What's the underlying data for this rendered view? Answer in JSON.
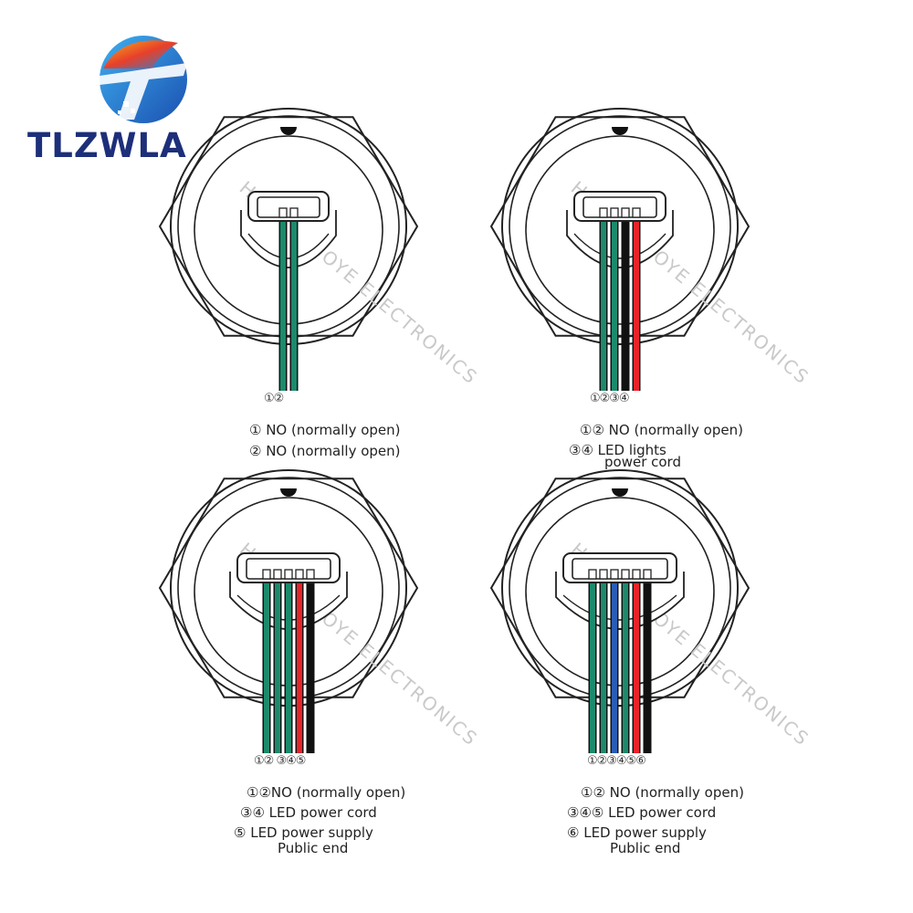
{
  "logo": {
    "text": "TLZWLA",
    "icon": "tlzwla-logo-icon"
  },
  "watermark": {
    "text": "HONGJU BOYE ELECTRONICS"
  },
  "colors": {
    "green": "#1c8a6c",
    "black": "#111111",
    "red": "#e8232a",
    "blue": "#2a5db5",
    "outline": "#222222"
  },
  "diagrams": [
    {
      "id": "2-wire",
      "pin_label": "①②",
      "wires": [
        "green",
        "green"
      ],
      "notes": [
        "① NO (normally open)",
        "② NO (normally open)"
      ]
    },
    {
      "id": "4-wire",
      "pin_label": "①②③④",
      "wires": [
        "green",
        "green",
        "black",
        "red"
      ],
      "notes": [
        "①② NO (normally open)",
        "③④    LED lights",
        "power cord"
      ]
    },
    {
      "id": "5-wire",
      "pin_label": "①②  ③④⑤",
      "wires": [
        "green",
        "green",
        "green",
        "red",
        "black"
      ],
      "notes": [
        "①②NO (normally open)",
        "③④  LED power cord",
        "⑤ LED power supply",
        "Public end"
      ]
    },
    {
      "id": "6-wire",
      "pin_label": "①②③④⑤⑥",
      "wires": [
        "green",
        "green",
        "blue",
        "green",
        "red",
        "black"
      ],
      "notes": [
        "①② NO (normally open)",
        "③④⑤  LED power cord",
        "⑥ LED power supply",
        "Public end"
      ]
    }
  ]
}
